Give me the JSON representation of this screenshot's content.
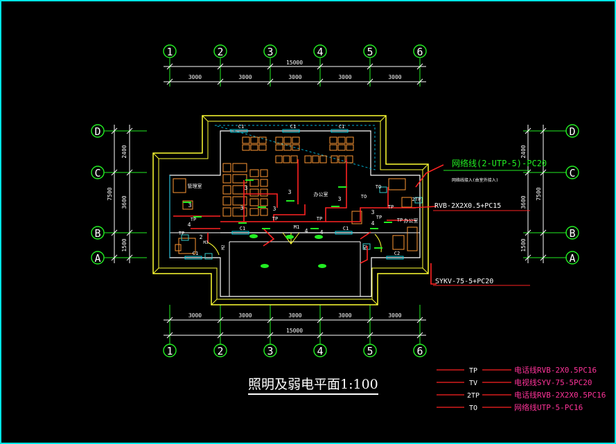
{
  "drawing": {
    "title": "照明及弱电平面1:100",
    "total_dimension": "15000",
    "bay_dimension": "3000",
    "grid_columns": [
      "1",
      "2",
      "3",
      "4",
      "5",
      "6"
    ],
    "grid_rows": [
      "D",
      "C",
      "B",
      "A"
    ],
    "row_dimensions": [
      "2400",
      "3600",
      "1500"
    ],
    "total_row_dimension": "7500",
    "rooms": [
      "管理室",
      "办公室",
      "办公室"
    ],
    "window_label": "C1",
    "window_label_2": "C2",
    "door_labels": [
      "M1",
      "M2",
      "M3"
    ],
    "wire_counts": [
      "3",
      "4",
      "2"
    ],
    "outlet_codes": [
      "TP",
      "TV",
      "2TP",
      "TO"
    ],
    "annotations": [
      {
        "text": "网络线(2-UTP-5)-PC20",
        "color": "#22ee22"
      },
      {
        "text": "网络线接入(由室外接入)",
        "color": "#ffffff"
      },
      {
        "text": "RVB-2X2X0.5+PC15",
        "color": "#ffffff"
      },
      {
        "text": "SYKV-75-5+PC20",
        "color": "#ffffff"
      }
    ],
    "legend": [
      {
        "code": "TP",
        "desc": "电话线RVB-2X0.5PC16"
      },
      {
        "code": "TV",
        "desc": "电视线SYV-75-5PC20"
      },
      {
        "code": "2TP",
        "desc": "电话线RVB-2X2X0.5PC16"
      },
      {
        "code": "TO",
        "desc": "网络线UTP-5-PC16"
      }
    ]
  },
  "colors": {
    "grid": "#22ee22",
    "dimension": "#ffffff",
    "wall": "#ffff33",
    "wire": "#ff2222",
    "furniture": "#ff9933",
    "equipment": "#33cccc",
    "legend_text": "#ff3399"
  }
}
